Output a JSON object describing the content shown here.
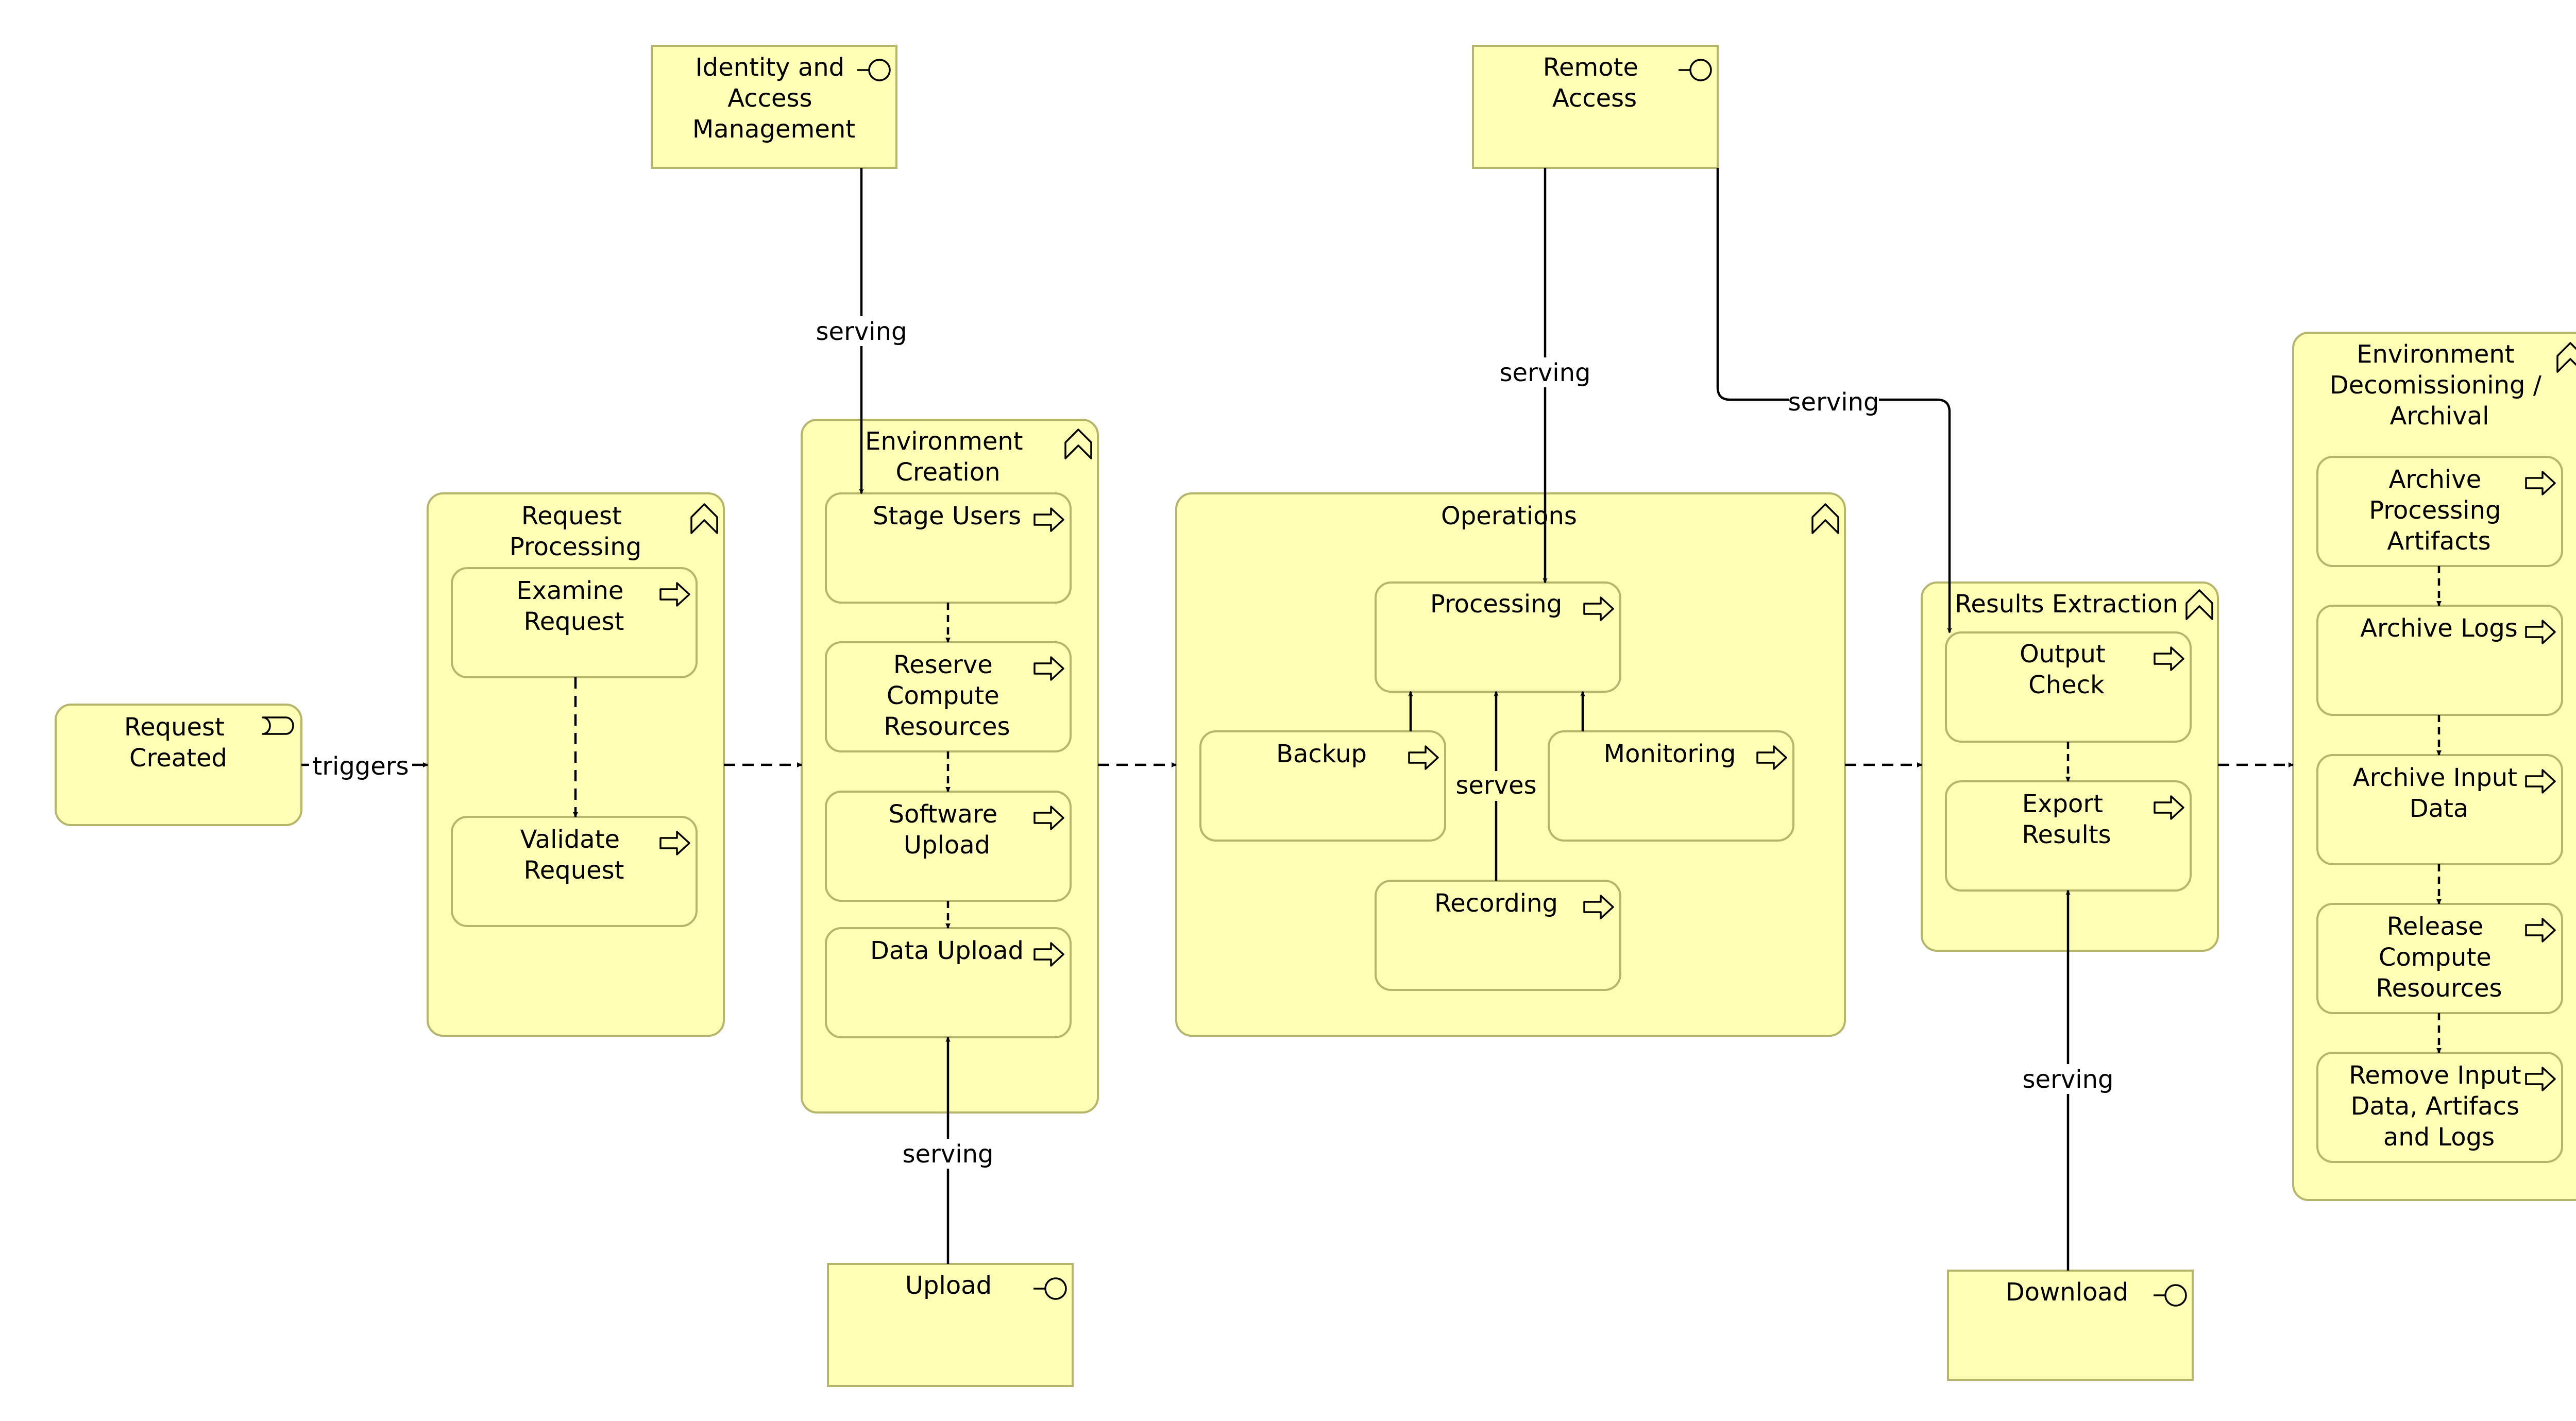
{
  "colors": {
    "element_fill": "#ffffb5",
    "element_stroke": "#b5b56b",
    "line": "#000000"
  },
  "event": {
    "name": "Request Created",
    "icon": "event-icon"
  },
  "interfaces": {
    "iam": {
      "name": "Identity and Access Management",
      "icon": "interface-icon"
    },
    "remote": {
      "name": "Remote Access",
      "icon": "interface-icon"
    },
    "upload": {
      "name": "Upload",
      "icon": "interface-icon"
    },
    "download": {
      "name": "Download",
      "icon": "interface-icon"
    }
  },
  "functions": {
    "request_processing": {
      "name": "Request Processing",
      "icon": "function-icon",
      "processes": [
        "Examine Request",
        "Validate Request"
      ]
    },
    "environment_creation": {
      "name": "Environment Creation",
      "icon": "function-icon",
      "processes": [
        "Stage Users",
        "Reserve Compute Resources",
        "Software Upload",
        "Data Upload"
      ]
    },
    "operations": {
      "name": "Operations",
      "icon": "function-icon",
      "processes": [
        "Processing",
        "Backup",
        "Monitoring",
        "Recording"
      ]
    },
    "results_extraction": {
      "name": "Results Extraction",
      "icon": "function-icon",
      "processes": [
        "Output Check",
        "Export Results"
      ]
    },
    "decommissioning": {
      "name": "Environment Decomissioning / Archival",
      "icon": "function-icon",
      "processes": [
        "Archive Processing Artifacts",
        "Archive Logs",
        "Archive Input Data",
        "Release Compute Resources",
        "Remove Input Data, Artifacs and Logs"
      ]
    }
  },
  "process_icon": "process-arrow-icon",
  "relationships": {
    "triggers": "triggers",
    "serving": "serving",
    "serves": "serves"
  }
}
